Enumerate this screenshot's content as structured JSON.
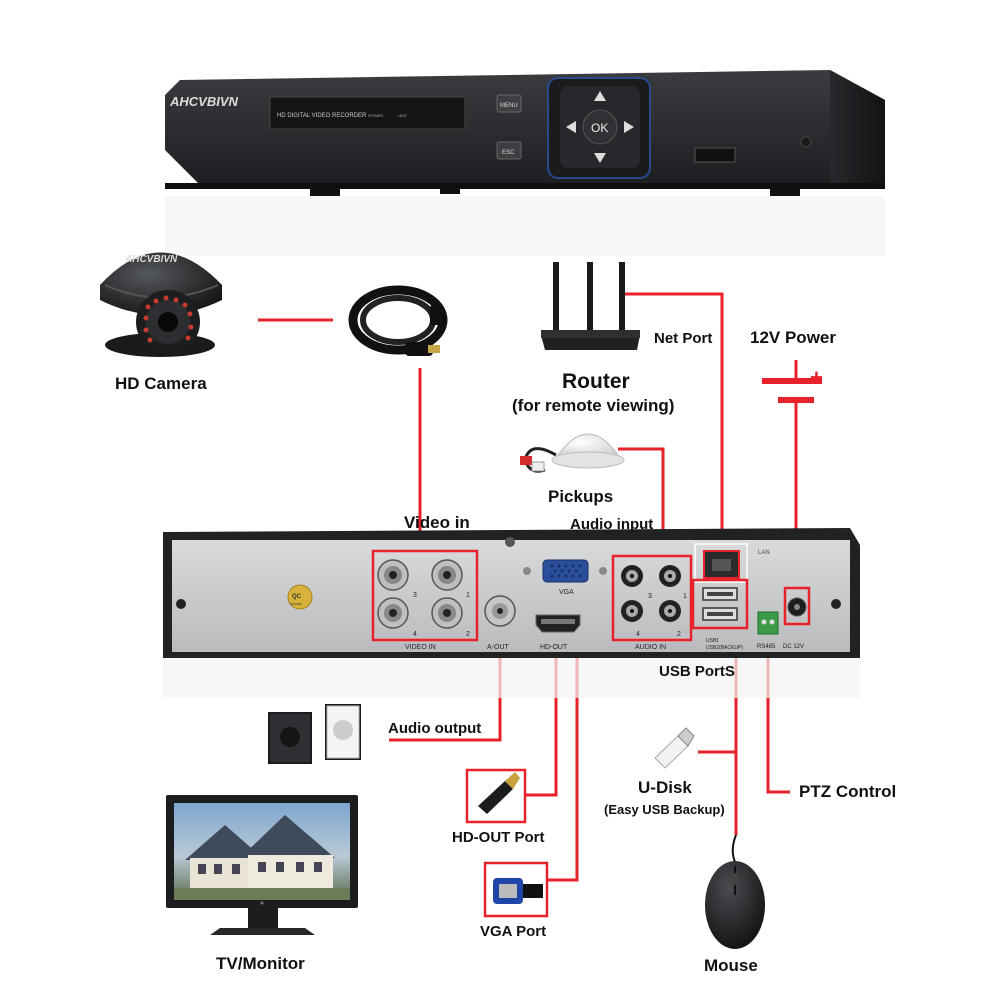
{
  "dvr": {
    "brand": "AHCVBIVN",
    "model_text": "HD DIGITAL VIDEO RECORDER",
    "power_label": "POWER",
    "hdd_label": "HDD",
    "menu_label": "MENU",
    "esc_label": "ESC",
    "ok_label": "OK"
  },
  "camera": {
    "brand": "AHCVBIVN",
    "label": "HD Camera"
  },
  "router": {
    "title": "Router",
    "subtitle": "(for remote viewing)",
    "net_port": "Net Port"
  },
  "power": {
    "label": "12V Power",
    "plus": "+"
  },
  "pickups": {
    "label": "Pickups",
    "audio_input": "Audio input"
  },
  "video_in": {
    "label": "Video in"
  },
  "panel": {
    "video_in": "VIDEO IN",
    "a_out": "A-OUT",
    "hd_out": "HD-OUT",
    "vga": "VGA",
    "audio_in": "AUDIO IN",
    "lan": "LAN",
    "usb1": "USB1",
    "usb2": "USB2(BACKUP)",
    "rs485": "RS485",
    "dc12v": "DC 12V",
    "channels": [
      "3",
      "1",
      "4",
      "2"
    ],
    "qc": "QC",
    "qc_sub": "PASSED"
  },
  "usb_ports": {
    "label": "USB PortS"
  },
  "audio_output": {
    "label": "Audio output"
  },
  "udisk": {
    "label": "U-Disk",
    "sub": "(Easy USB Backup)"
  },
  "ptz": {
    "label": "PTZ Control"
  },
  "hdout_port": {
    "label": "HD-OUT Port"
  },
  "vga_port": {
    "label": "VGA Port"
  },
  "tv": {
    "label": "TV/Monitor"
  },
  "mouse": {
    "label": "Mouse"
  },
  "colors": {
    "wire": "#e8222b",
    "dvr_body": "#2b2d30",
    "panel": "#c9cbcd"
  }
}
